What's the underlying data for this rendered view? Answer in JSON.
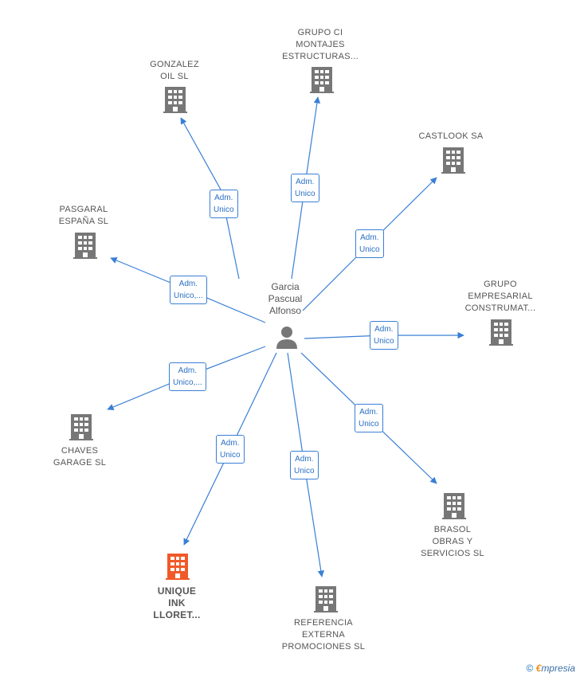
{
  "center": {
    "label": "Garcia\nPascual\nAlfonso",
    "icon": "person-icon"
  },
  "colors": {
    "edge": "#3a7fd5",
    "building": "#777777",
    "highlight": "#f05a28",
    "text": "#555555"
  },
  "nodes": [
    {
      "id": "gonzalez",
      "label": "GONZALEZ\nOIL  SL",
      "edge_label": "Adm.\nUnico"
    },
    {
      "id": "grupo-ci",
      "label": "GRUPO CI\nMONTAJES\nESTRUCTURAS...",
      "edge_label": "Adm.\nUnico"
    },
    {
      "id": "castlook",
      "label": "CASTLOOK SA",
      "edge_label": "Adm.\nUnico"
    },
    {
      "id": "pasgaral",
      "label": "PASGARAL\nESPAÑA  SL",
      "edge_label": "Adm.\nUnico,..."
    },
    {
      "id": "grupo-emp",
      "label": "GRUPO\nEMPRESARIAL\nCONSTRUMAT...",
      "edge_label": "Adm.\nUnico"
    },
    {
      "id": "chaves",
      "label": "CHAVES\nGARAGE  SL",
      "edge_label": "Adm.\nUnico,..."
    },
    {
      "id": "brasol",
      "label": "BRASOL\nOBRAS Y\nSERVICIOS  SL",
      "edge_label": "Adm.\nUnico"
    },
    {
      "id": "unique",
      "label": "UNIQUE\nINK\nLLORET...",
      "edge_label": "Adm.\nUnico",
      "highlight": true
    },
    {
      "id": "referencia",
      "label": "REFERENCIA\nEXTERNA\nPROMOCIONES SL",
      "edge_label": "Adm.\nUnico"
    }
  ],
  "footer": {
    "copyright": "©",
    "brand_first": "€",
    "brand_rest": "mpresia"
  }
}
